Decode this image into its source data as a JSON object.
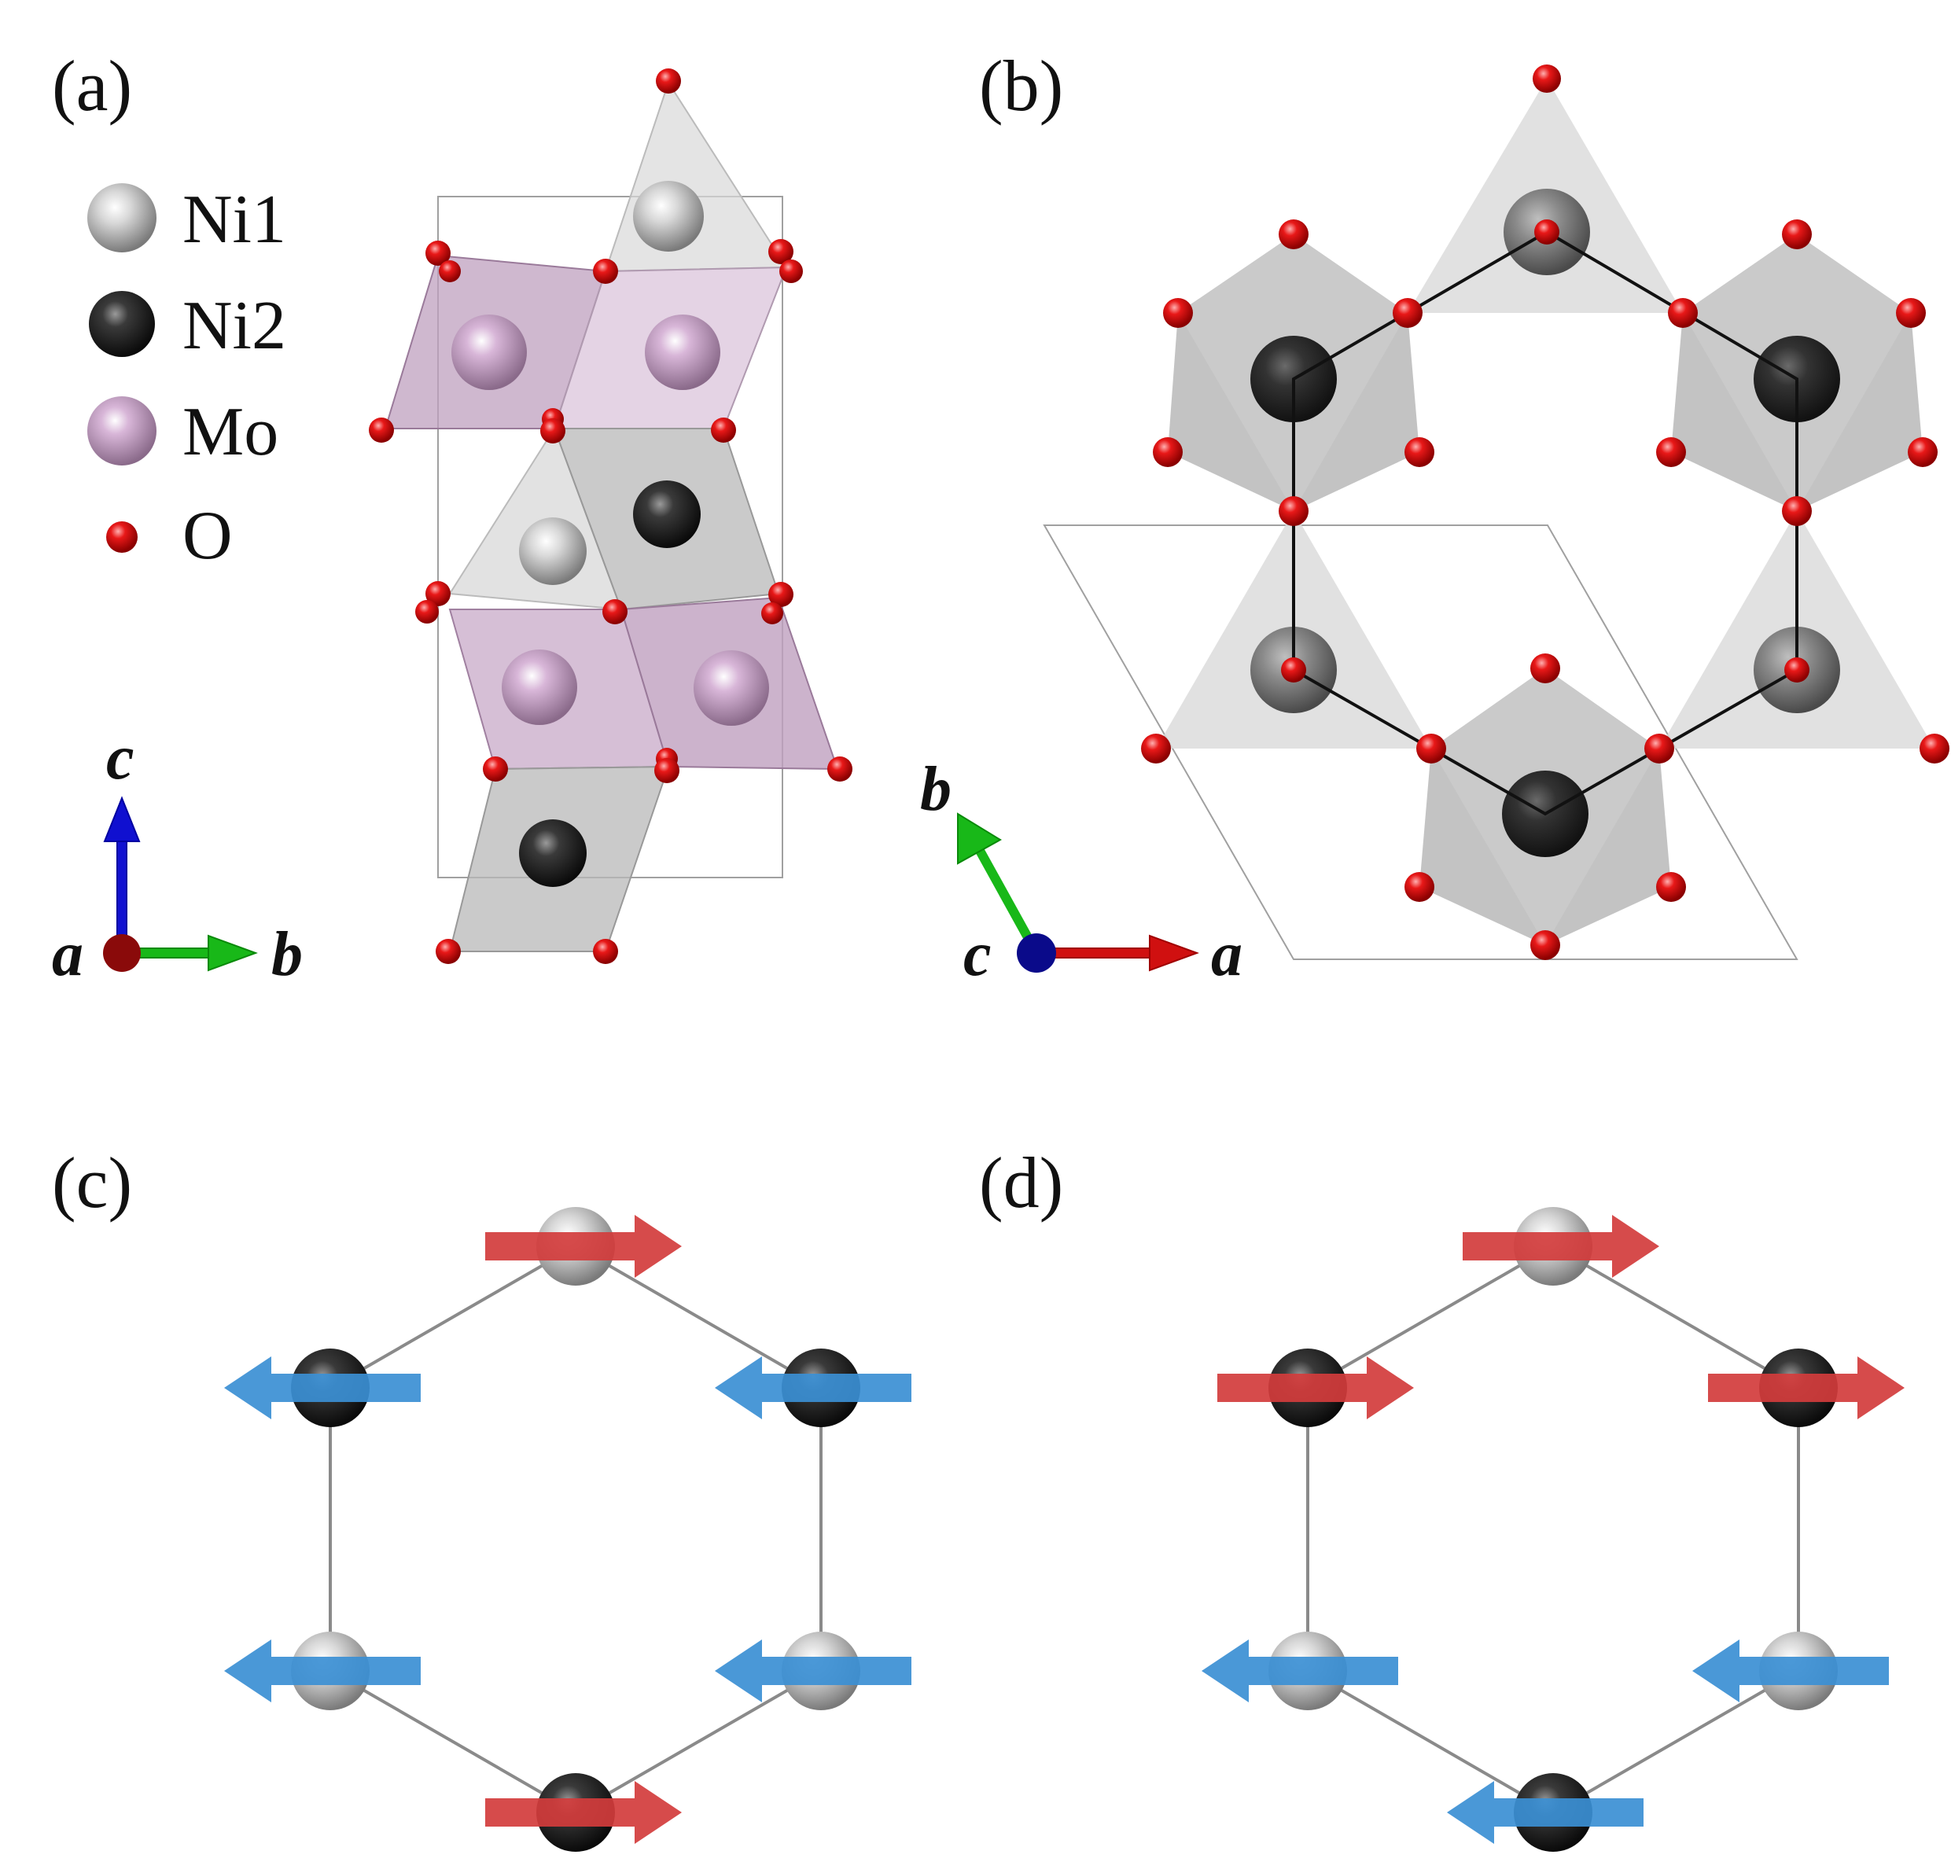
{
  "panels": {
    "a": {
      "label": "(a)"
    },
    "b": {
      "label": "(b)"
    },
    "c": {
      "label": "(c)"
    },
    "d": {
      "label": "(d)"
    }
  },
  "legend": [
    {
      "label": "Ni1",
      "icon": "ni1-sphere-icon"
    },
    {
      "label": "Ni2",
      "icon": "ni2-sphere-icon"
    },
    {
      "label": "Mo",
      "icon": "mo-sphere-icon"
    },
    {
      "label": "O",
      "icon": "o-sphere-icon"
    }
  ],
  "axes_a": {
    "up": "c",
    "right": "b",
    "origin": "a"
  },
  "axes_b": {
    "up": "b",
    "right": "a",
    "origin": "c"
  },
  "colors": {
    "ni1": "#c8c8c8",
    "ni2": "#2a2a2a",
    "mo": "#c9a6c9",
    "oxygen": "#e01010",
    "spin_up": "#d23c3c",
    "spin_down": "#3b8fd4",
    "axis_c": "#1010d0",
    "axis_b": "#18b818",
    "axis_a": "#d01010"
  },
  "spins": {
    "c": [
      "right",
      "left",
      "left",
      "left",
      "right",
      "left"
    ],
    "d": [
      "right",
      "right",
      "right",
      "left",
      "left",
      "left"
    ]
  }
}
